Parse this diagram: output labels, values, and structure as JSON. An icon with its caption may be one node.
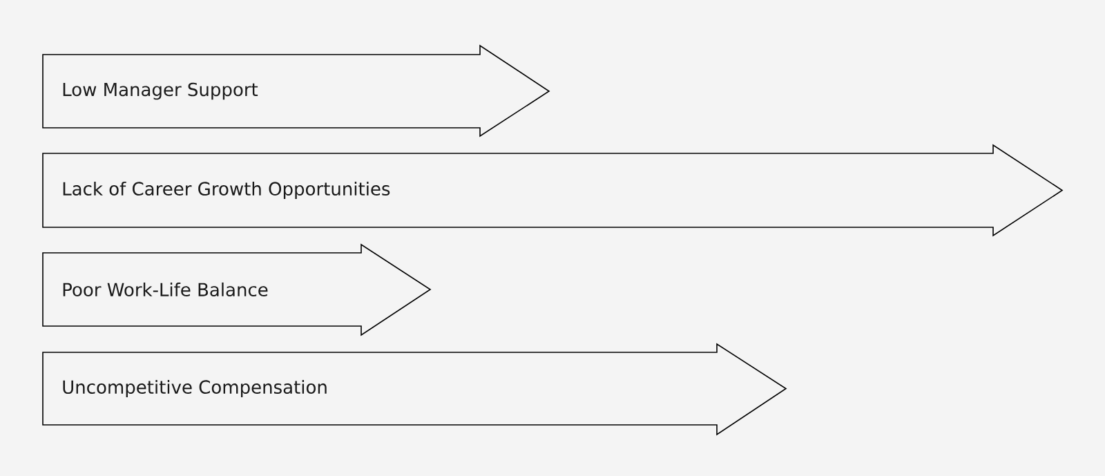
{
  "diagram": {
    "nodes": [
      {
        "text": [
          "Low Manager Support"
        ]
      },
      {
        "text": [
          "Lack of Career Growth Opportunities"
        ]
      },
      {
        "text": [
          "Poor Work-Life Balance"
        ]
      },
      {
        "text": [
          "Uncompetitive Compensation"
        ]
      }
    ]
  }
}
